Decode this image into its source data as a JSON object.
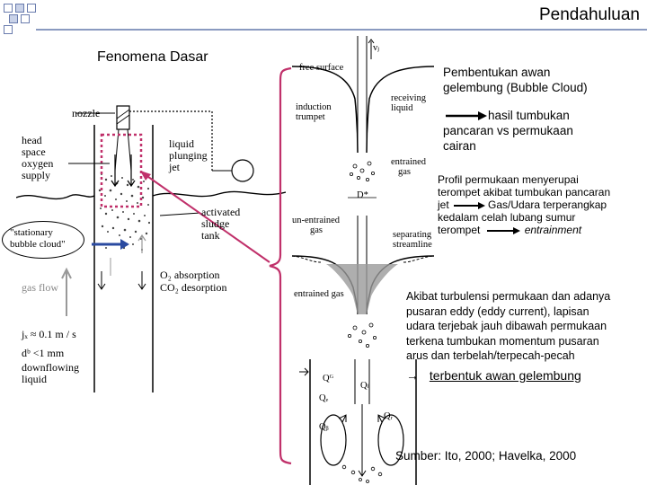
{
  "header": {
    "title": "Pendahuluan"
  },
  "subtitle": "Fenomena Dasar",
  "left_figure": {
    "nozzle": "nozzle",
    "head_space": [
      "head",
      "space",
      "oxygen",
      "supply"
    ],
    "plunging_jet": [
      "liquid",
      "plunging",
      "jet"
    ],
    "stationary": [
      "\"stationary",
      "bubble cloud\""
    ],
    "activated": [
      "activated",
      "sludge",
      "tank"
    ],
    "o2_absorption": "O₂ absorption",
    "co2_desorption": "CO₂ desorption",
    "gas_flow": "gas flow",
    "jf": "jₓ ≈ 0.1 m / s",
    "db": "dᵇ <1  mm",
    "downflowing": [
      "downflowing",
      "liquid"
    ]
  },
  "right_figure": {
    "free_surface": "free surface",
    "induction_trumpet": [
      "induction",
      "trumpet"
    ],
    "receiving_liquid": [
      "receiving",
      "liquid"
    ],
    "entrained_gas_top": [
      "entrained",
      "gas"
    ],
    "un_entrained_gas": [
      "un-entrained",
      "gas"
    ],
    "separating_streamline": [
      "separating",
      "streamline"
    ],
    "entrained_gas_mid": "entrained gas",
    "var_vj": "vⱼ",
    "var_dstar": "D*",
    "q_g": "Qᴳ",
    "q_l": "Qₗ",
    "q_e": "Qₑ",
    "q_b": "Qᵦ",
    "q_r": "Qᵣ"
  },
  "text_blocks": {
    "pembentukan": [
      "Pembentukan awan",
      "gelembung (Bubble Cloud)"
    ],
    "hasil": [
      "hasil tumbukan",
      "pancaran  vs permukaan",
      "cairan"
    ],
    "profil": [
      "Profil permukaan menyerupai",
      "terompet akibat tumbukan pancaran",
      "jet",
      "Gas/Udara terperangkap",
      "kedalam celah lubang sumur",
      "terompet",
      "entrainment"
    ],
    "akibat": [
      "Akibat turbulensi permukaan dan adanya",
      "pusaran eddy (eddy current), lapisan",
      "udara terjebak jauh dibawah permukaan",
      "terkena tumbukan momentum pusaran",
      "arus dan terbelah/terpecah-pecah"
    ],
    "terbentuk": "terbentuk awan  gelembung",
    "arrow_symbol": "→",
    "sumber": "Sumber: Ito, 2000; Havelka, 2000"
  },
  "colors": {
    "accent_rule": "#8a9ac0",
    "bracket": "#c0306a",
    "dashed_box": "#c0306a",
    "arrow_blue": "#2a4aa0",
    "arrow_magenta": "#c0306a"
  }
}
